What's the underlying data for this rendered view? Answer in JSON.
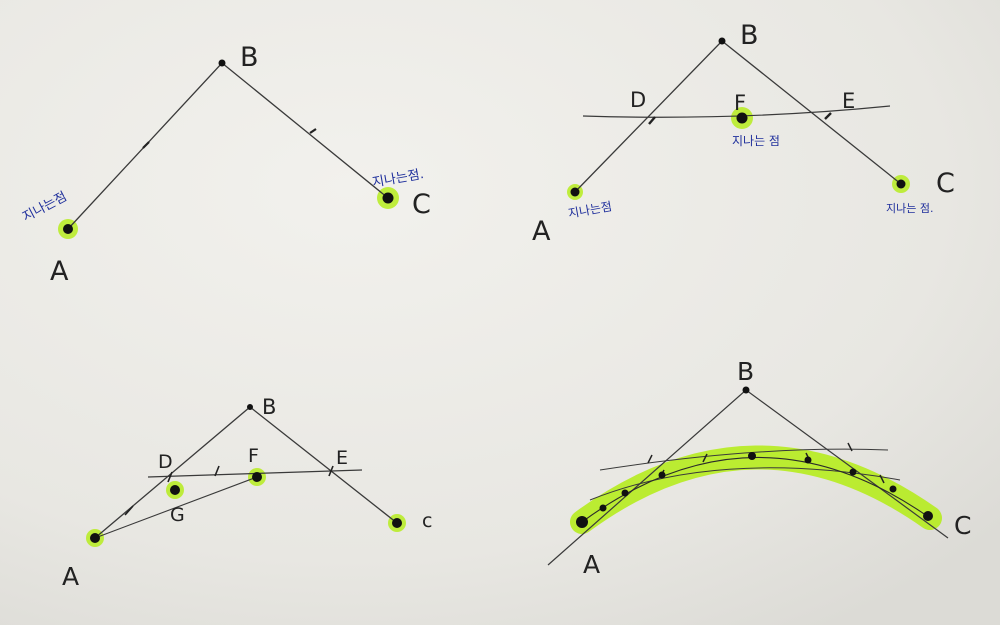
{
  "colors": {
    "paper": "#eeede9",
    "ink": "#1b1b1b",
    "line": "#3a3a3a",
    "highlight": "#b6ec1e",
    "pen_blue": "#1f2f9c"
  },
  "panels": [
    {
      "labels": {
        "A": "A",
        "B": "B",
        "C": "C"
      },
      "notes": [
        "지나는점",
        "지나는점."
      ]
    },
    {
      "labels": {
        "A": "A",
        "B": "B",
        "C": "C",
        "D": "D",
        "E": "E",
        "F": "F"
      },
      "notes": [
        "지나는점",
        "지나는 점",
        "지나는 점."
      ]
    },
    {
      "labels": {
        "A": "A",
        "B": "B",
        "C": "c",
        "D": "D",
        "E": "E",
        "F": "F",
        "G": "G"
      }
    },
    {
      "labels": {
        "A": "A",
        "B": "B",
        "C": "C"
      }
    }
  ]
}
